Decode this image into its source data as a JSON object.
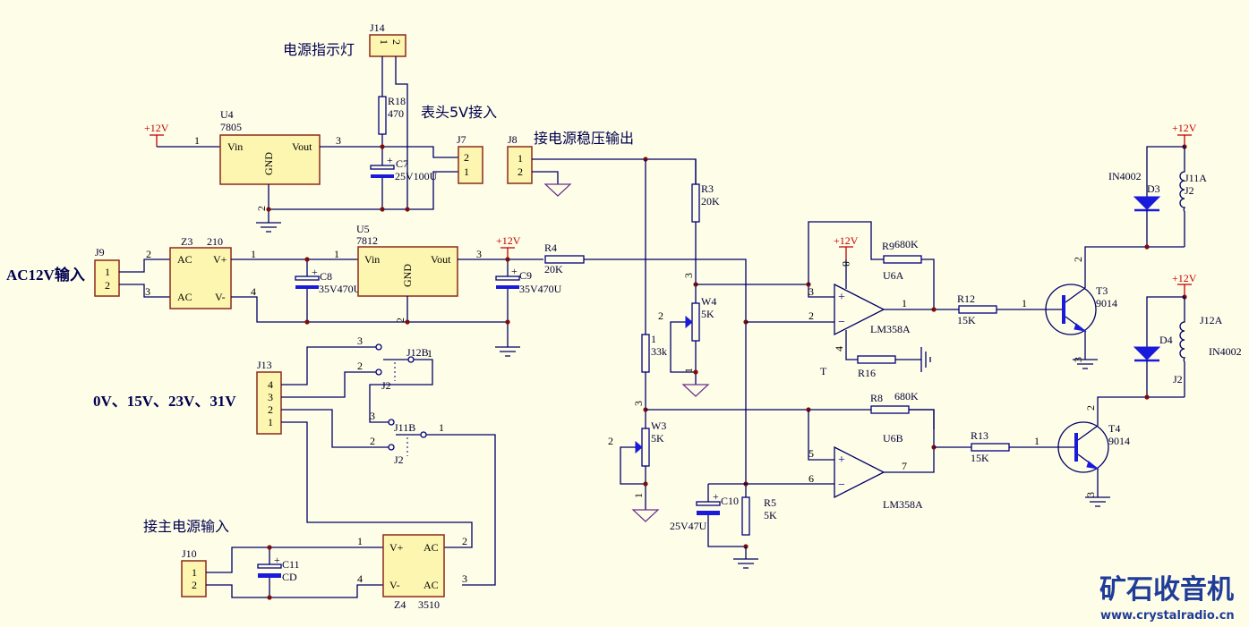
{
  "background_color": "#fefde8",
  "colors": {
    "wire": "#000066",
    "component_fill": "#fdf6b0",
    "component_border": "#8b2a1a",
    "power_label": "#c00000",
    "junction": "#7a0f0f",
    "polarized_plate": "#1a1adc",
    "watermark": "#1f3c98"
  },
  "annotations": {
    "power_indicator": "电源指示灯",
    "meter_5v_in": "表头5V接入",
    "regulated_out": "接电源稳压输出",
    "ac12v_in": "AC12V输入",
    "voltage_steps": "0V、15V、23V、31V",
    "main_power_in": "接主电源输入"
  },
  "power": {
    "plus12v": "+12V"
  },
  "components": {
    "U4": {
      "ref": "U4",
      "value": "7805",
      "vin": "Vin",
      "vout": "Vout",
      "gnd": "GND",
      "pin_in": "1",
      "pin_out": "3",
      "pin_gnd": "2"
    },
    "U5": {
      "ref": "U5",
      "value": "7812",
      "vin": "Vin",
      "vout": "Vout",
      "gnd": "GND",
      "pin_in": "1",
      "pin_out": "3",
      "pin_gnd": "2"
    },
    "Z3": {
      "ref": "Z3",
      "value": "210",
      "ac": "AC",
      "vp": "V+",
      "vm": "V-",
      "p1": "1",
      "p2": "2",
      "p3": "3",
      "p4": "4"
    },
    "Z4": {
      "ref": "Z4",
      "value": "3510",
      "ac": "AC",
      "vp": "V+",
      "vm": "V-",
      "p1": "1",
      "p2": "2",
      "p3": "3",
      "p4": "4"
    },
    "J14": {
      "ref": "J14",
      "p1": "1",
      "p2": "2"
    },
    "J7": {
      "ref": "J7",
      "p1": "1",
      "p2": "2"
    },
    "J8": {
      "ref": "J8",
      "p1": "1",
      "p2": "2"
    },
    "J9": {
      "ref": "J9",
      "p1": "1",
      "p2": "2"
    },
    "J10": {
      "ref": "J10",
      "p1": "1",
      "p2": "2"
    },
    "J13": {
      "ref": "J13",
      "p1": "1",
      "p2": "2",
      "p3": "3",
      "p4": "4"
    },
    "R18": {
      "ref": "R18",
      "value": "470"
    },
    "R3": {
      "ref": "R3",
      "value": "20K"
    },
    "R4": {
      "ref": "R4",
      "value": "20K"
    },
    "R1": {
      "ref": "1",
      "value": "33k"
    },
    "R5": {
      "ref": "R5",
      "value": "5K"
    },
    "R8": {
      "ref": "R8",
      "value": "680K"
    },
    "R9": {
      "ref": "R9",
      "value": "680K"
    },
    "R12": {
      "ref": "R12",
      "value": "15K"
    },
    "R13": {
      "ref": "R13",
      "value": "15K"
    },
    "R16": {
      "ref": "R16",
      "value": ""
    },
    "C7": {
      "ref": "C7",
      "value": "25V100U"
    },
    "C8": {
      "ref": "C8",
      "value": "35V470U"
    },
    "C9": {
      "ref": "C9",
      "value": "35V470U"
    },
    "C10": {
      "ref": "C10",
      "value": "25V47U"
    },
    "C11": {
      "ref": "C11",
      "value": "CD"
    },
    "W3": {
      "ref": "W3",
      "value": "5K",
      "p1": "1",
      "p2": "2",
      "p3": "3"
    },
    "W4": {
      "ref": "W4",
      "value": "5K",
      "p1": "1",
      "p2": "2",
      "p3": "3"
    },
    "U6A": {
      "ref": "U6A",
      "value": "LM358A",
      "p_plus": "3",
      "p_minus": "2",
      "p_out": "1",
      "p_vcc": "8",
      "p_gnd": "4",
      "t_label": "T"
    },
    "U6B": {
      "ref": "U6B",
      "value": "LM358A",
      "p_plus": "5",
      "p_minus": "6",
      "p_out": "7"
    },
    "T3": {
      "ref": "T3",
      "value": "9014",
      "b": "1",
      "c": "2",
      "e": "3"
    },
    "T4": {
      "ref": "T4",
      "value": "9014",
      "b": "1",
      "c": "2",
      "e": "3"
    },
    "D3": {
      "ref": "D3",
      "value": "IN4002"
    },
    "D4": {
      "ref": "D4",
      "value": "IN4002"
    },
    "J11A": {
      "ref": "J11A",
      "sub": "J2"
    },
    "J12A": {
      "ref": "J12A",
      "sub": "J2"
    },
    "J12B": {
      "ref": "J12B",
      "pin1": "1",
      "pin2": "2",
      "pin3": "3",
      "sub": "J2"
    },
    "J11B": {
      "ref": "J11B",
      "pin1": "1",
      "pin2": "2",
      "pin3": "3",
      "sub": "J2"
    }
  },
  "watermark": {
    "title": "矿石收音机",
    "url": "www.crystalradio.cn"
  }
}
